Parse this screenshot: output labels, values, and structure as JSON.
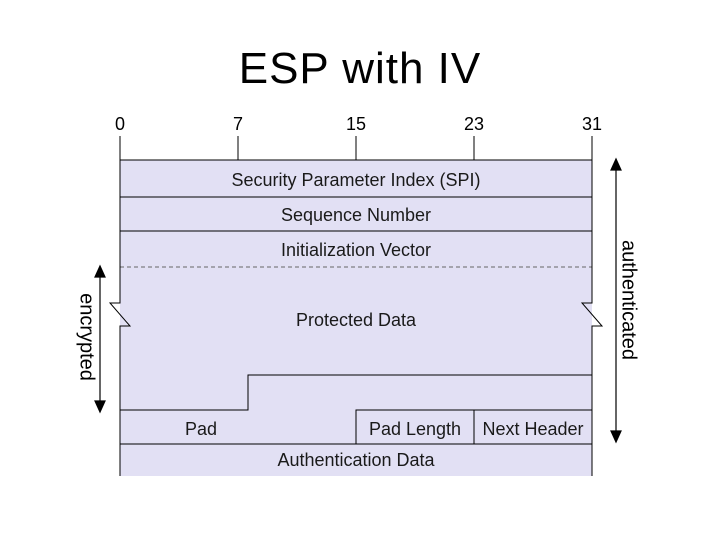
{
  "title": "ESP with IV",
  "bit_positions": [
    "0",
    "7",
    "15",
    "23",
    "31"
  ],
  "fields": {
    "spi": "Security Parameter Index (SPI)",
    "sequence": "Sequence Number",
    "iv": "Initialization Vector",
    "protected": "Protected Data",
    "pad": "Pad",
    "pad_length": "Pad Length",
    "next_header": "Next Header",
    "auth_data": "Authentication Data"
  },
  "side_labels": {
    "encrypted": "encrypted",
    "authenticated": "authenticated"
  },
  "colors": {
    "field_fill": "#e2e0f4",
    "line": "#000000",
    "dashed": "#555555"
  }
}
